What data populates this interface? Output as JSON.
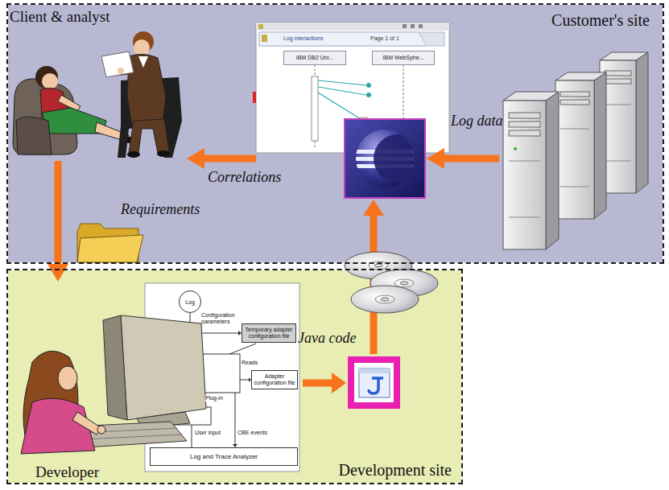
{
  "diagram": {
    "nodes": [
      {
        "text": [
          "Customer's site"
        ]
      },
      {
        "text": [
          "Client & analyst"
        ],
        "in": 0
      },
      {
        "text": [
          "Log interactions",
          "Page 1 of 1"
        ],
        "in": 0
      },
      {
        "text": [
          "IBM DB2 Uni..."
        ],
        "in": 2
      },
      {
        "text": [
          "IBM WebSphe..."
        ],
        "in": 2
      },
      {
        "text": [
          "Development site"
        ]
      },
      {
        "text": [
          "Developer"
        ],
        "in": 5
      },
      {
        "text": [
          "Log"
        ],
        "in": 5
      },
      {
        "text": [
          "Temporary adapter configuration file"
        ],
        "in": 5
      },
      {
        "text": [
          "Adapter configuration file"
        ],
        "in": 5
      },
      {
        "text": [
          "Log and Trace Analyzer"
        ],
        "in": 5
      }
    ],
    "edges": [
      {
        "from": 2,
        "to": 1,
        "label": "Correlations",
        "arrow": "to"
      },
      {
        "from": 1,
        "to": 6,
        "label": "Requirements",
        "arrow": "to"
      }
    ],
    "labels": [
      "Log data",
      "Java code",
      "Configuration parameters",
      "Reads",
      "Plug-in",
      "User input",
      "CBE events"
    ]
  }
}
